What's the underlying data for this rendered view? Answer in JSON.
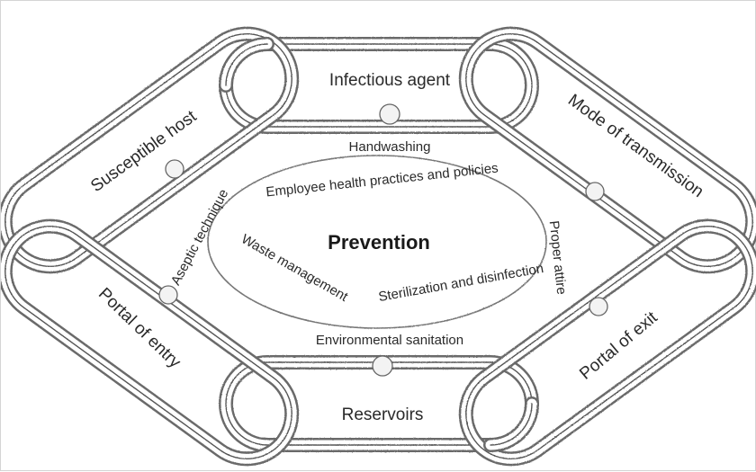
{
  "diagram": {
    "chain_links": {
      "infectious_agent": "Infectious agent",
      "mode_of_transmission": "Mode of transmission",
      "portal_of_exit": "Portal of exit",
      "reservoirs": "Reservoirs",
      "portal_of_entry": "Portal of entry",
      "susceptible_host": "Susceptible host"
    },
    "center": {
      "title": "Prevention",
      "handwashing": "Handwashing",
      "employee_health": "Employee health practices and policies",
      "aseptic_technique": "Aseptic technique",
      "waste_management": "Waste management",
      "sterilization": "Sterilization and disinfection",
      "environmental_sanitation": "Environmental sanitation",
      "proper_ppe": "Proper attire"
    }
  }
}
